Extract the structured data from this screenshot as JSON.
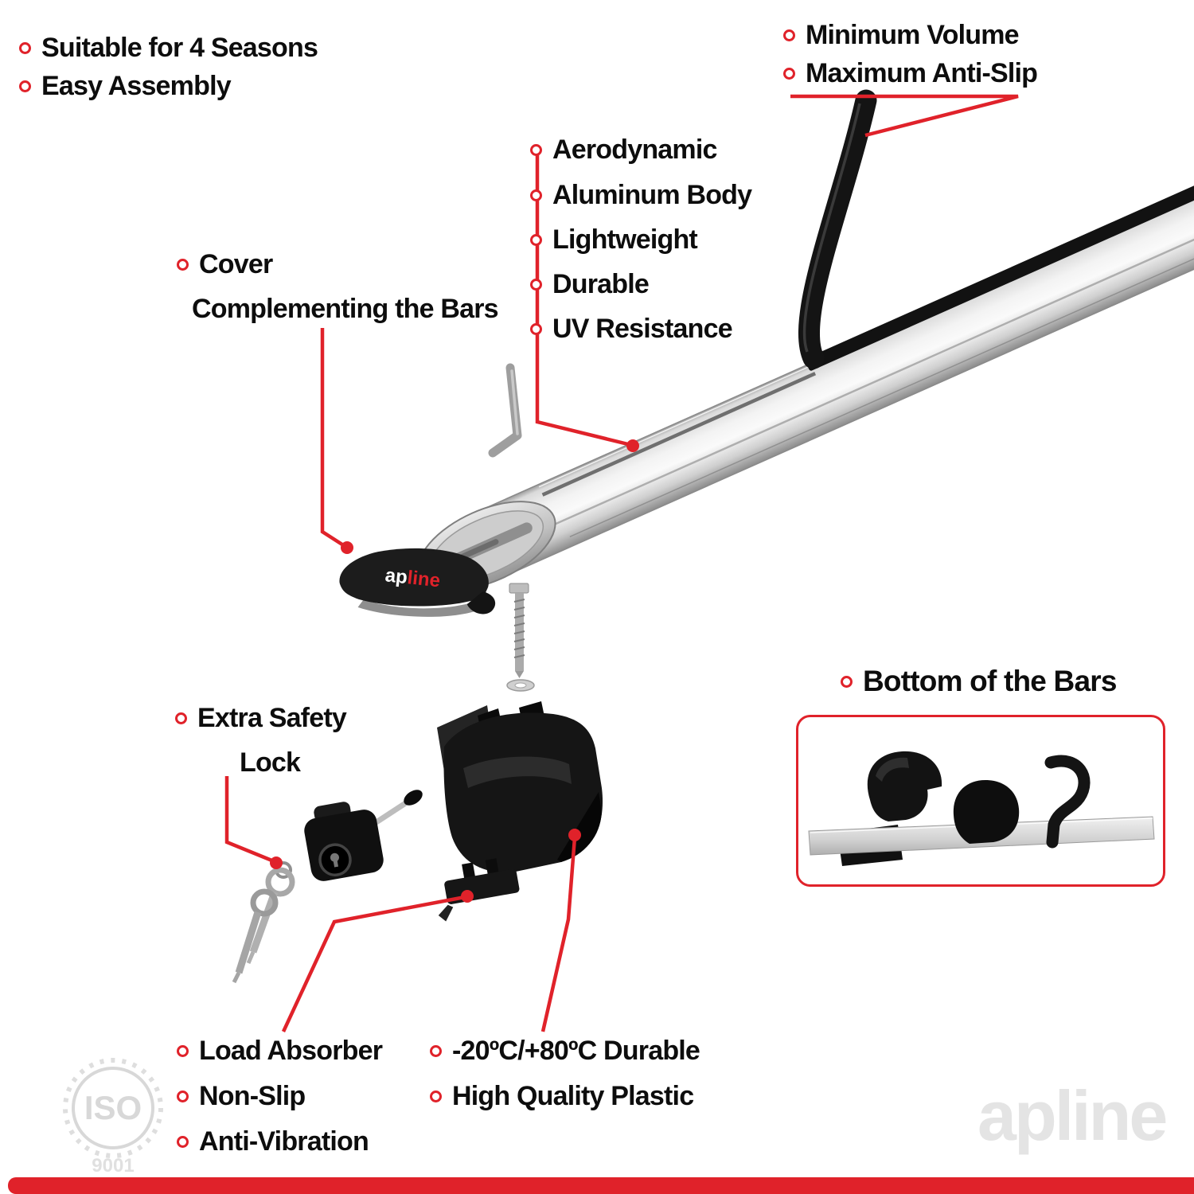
{
  "colors": {
    "accent": "#e0222a",
    "text": "#0d0d0d",
    "bar_metal": "#d9d9d9",
    "rubber": "#141414"
  },
  "top_left": {
    "items": [
      "Suitable for 4 Seasons",
      "Easy Assembly"
    ]
  },
  "top_right": {
    "items": [
      "Minimum Volume",
      "Maximum Anti-Slip"
    ]
  },
  "features": {
    "items": [
      "Aerodynamic",
      "Aluminum Body",
      "Lightweight",
      "Durable",
      "UV Resistance"
    ]
  },
  "cover_label": {
    "line1": "Cover",
    "line2": "Complementing the Bars"
  },
  "lock_label": {
    "line1": "Extra Safety",
    "line2": "Lock"
  },
  "bottom_bars": {
    "label": "Bottom of the Bars"
  },
  "bottom_left": {
    "items": [
      "Load Absorber",
      "Non-Slip",
      "Anti-Vibration"
    ]
  },
  "bottom_right": {
    "items": [
      "-20ºC/+80ºC Durable",
      "High Quality Plastic"
    ]
  },
  "cover_logo": {
    "prefix": "ap",
    "suffix": "line"
  },
  "watermarks": {
    "brand": "apline",
    "iso": "ISO",
    "iso_number": "9001"
  }
}
